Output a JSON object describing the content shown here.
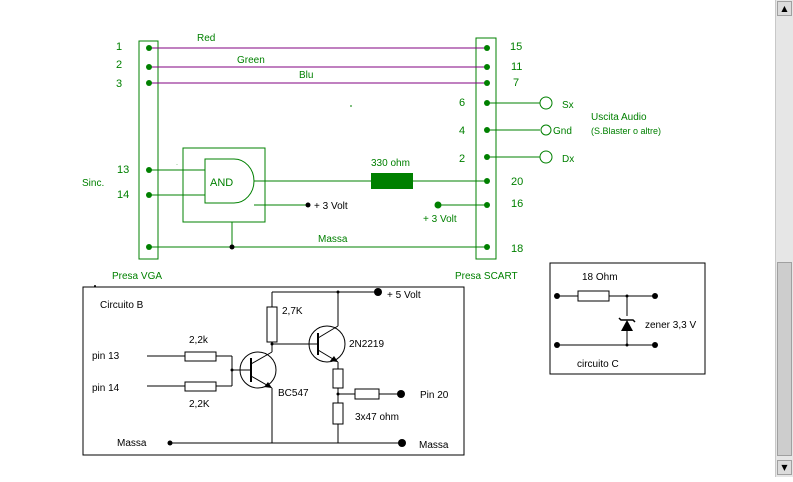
{
  "colors": {
    "wire": "#008000",
    "bus": "#800080",
    "ink": "#000000",
    "resistor_fill": "#008000"
  },
  "vga": {
    "connector_label": "Presa VGA",
    "pins": [
      "1",
      "2",
      "3",
      "13",
      "14"
    ],
    "sync_label": "Sinc."
  },
  "scart": {
    "connector_label": "Presa SCART",
    "pins": [
      "15",
      "11",
      "7",
      "6",
      "4",
      "2",
      "20",
      "16",
      "18"
    ]
  },
  "signals": {
    "red": "Red",
    "green": "Green",
    "blue": "Blu",
    "ground": "Massa"
  },
  "audio": {
    "title": "Uscita Audio",
    "subtitle": "(S.Blaster o altre)",
    "left": "Sx",
    "gnd": "Gnd",
    "right": "Dx"
  },
  "logic": {
    "gate": "AND",
    "resistor": "330 ohm",
    "supply_right": "+ 3 Volt",
    "supply_pin16": "+ 3 Volt"
  },
  "circuit_b": {
    "title": "Circuito B",
    "in1": "pin 13",
    "in2": "pin  14",
    "r1": "2,2k",
    "r2": "2,2K",
    "rc": "2,7K",
    "q1": "BC547",
    "q2": "2N2219",
    "supply": "+ 5 Volt",
    "re": "3x47 ohm",
    "out": "Pin 20",
    "ground_left": "Massa",
    "ground_right": "Massa"
  },
  "circuit_c": {
    "title": "circuito C",
    "resistor": "18 Ohm",
    "zener": "zener 3,3 V"
  },
  "scrollbar": {
    "up": "▲",
    "down": "▼"
  }
}
